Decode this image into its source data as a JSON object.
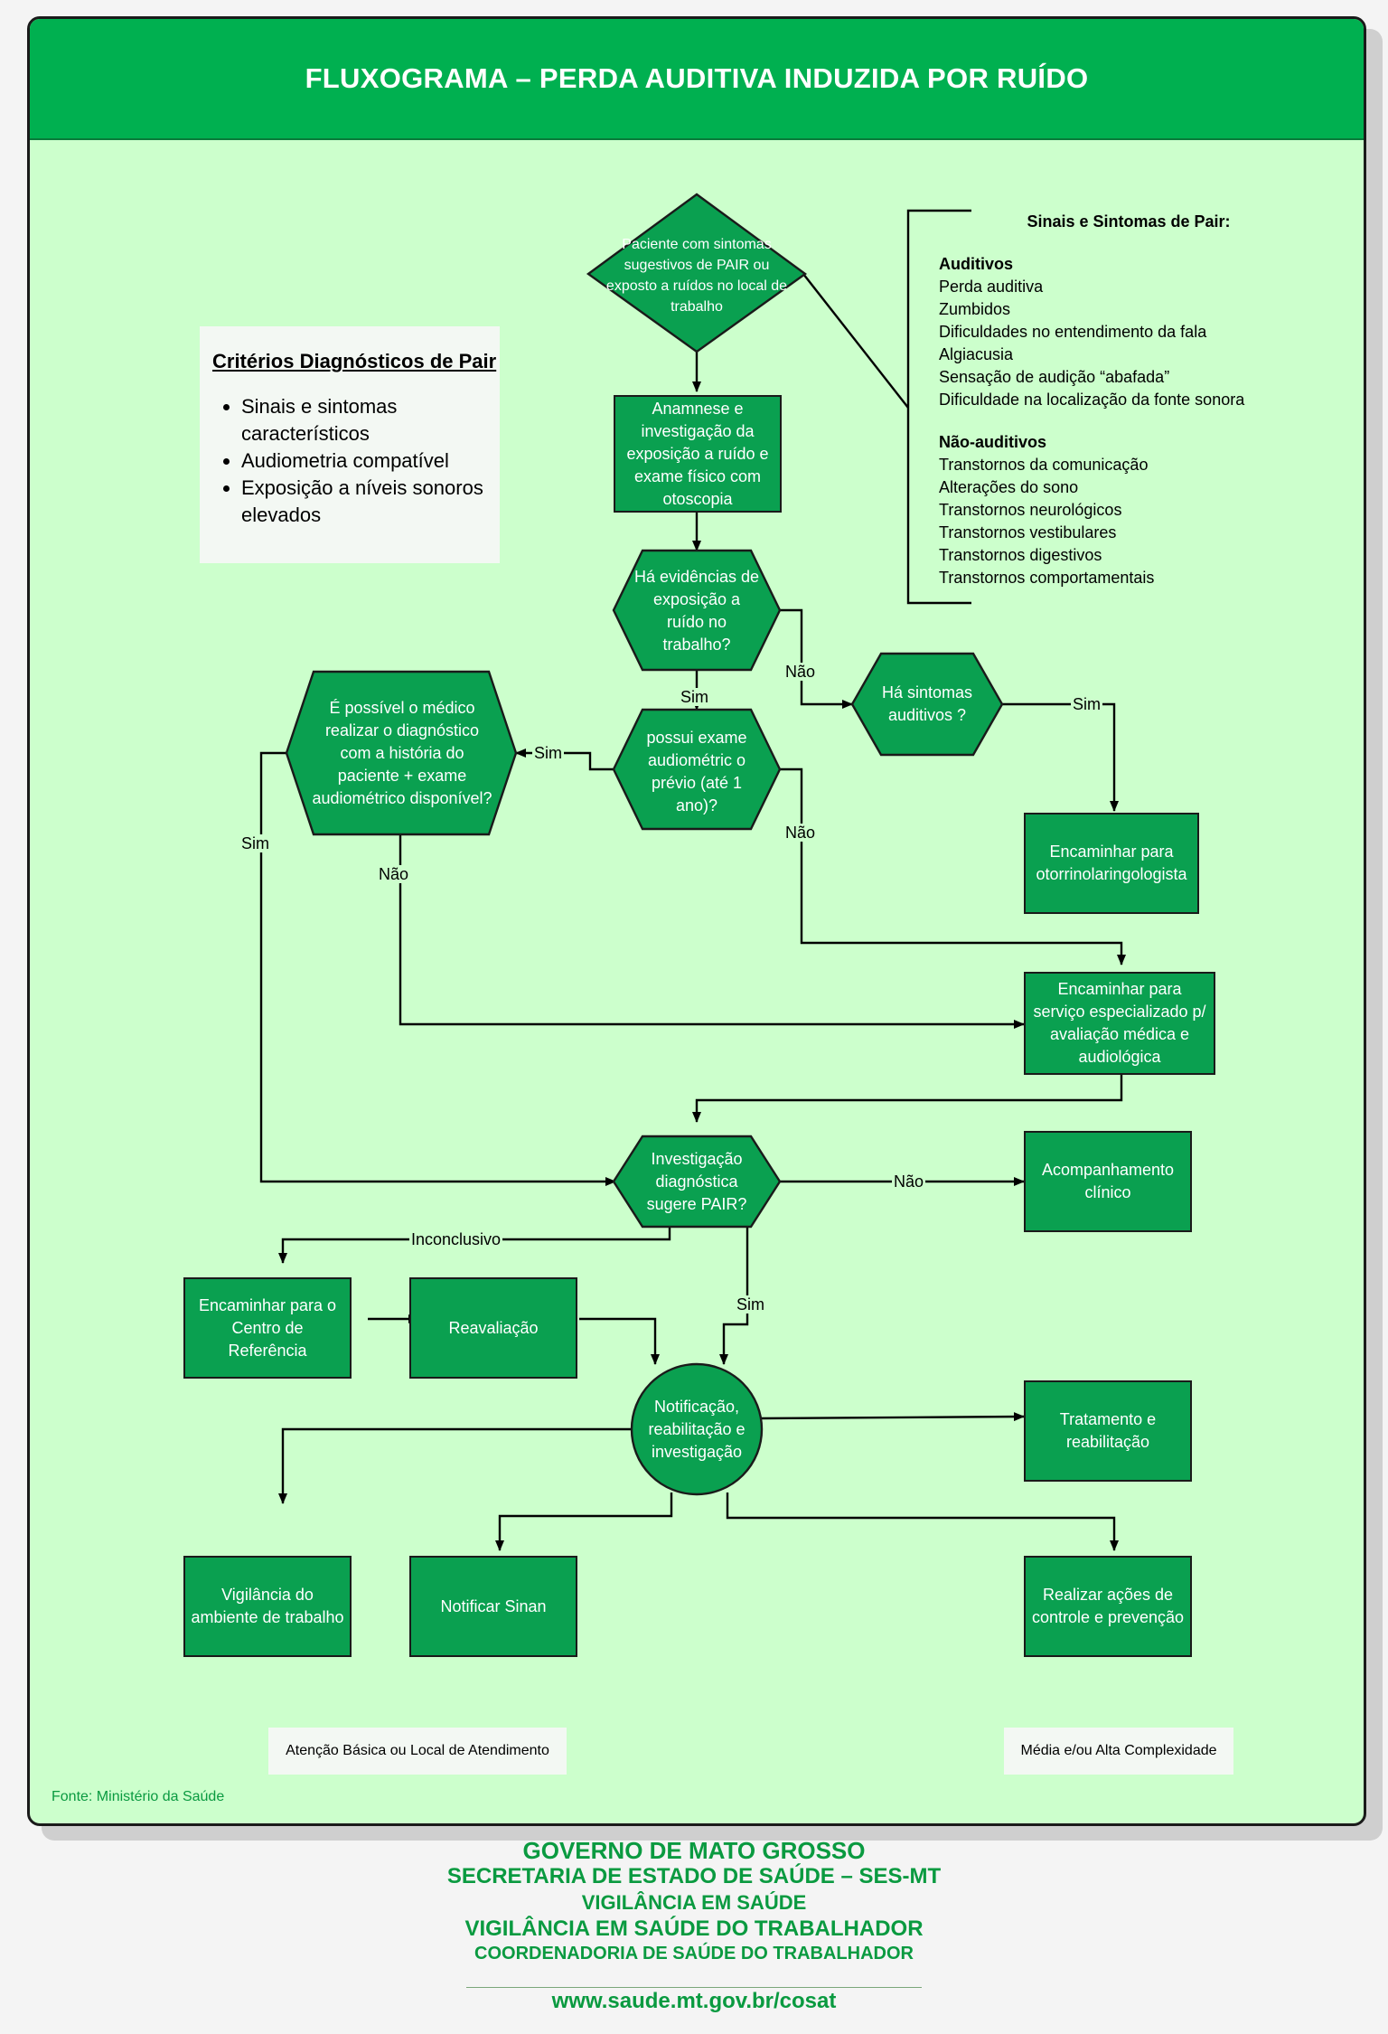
{
  "header": {
    "title": "FLUXOGRAMA – PERDA AUDITIVA INDUZIDA POR RUÍDO"
  },
  "criteria": {
    "title": "Critérios Diagnósticos de Pair",
    "items": [
      "Sinais e sintomas característicos",
      "Audiometria compatível",
      "Exposição a níveis sonoros elevados"
    ]
  },
  "signs": {
    "title": "Sinais e Sintomas de Pair:",
    "auditivos_title": "Auditivos",
    "auditivos": [
      "Perda auditiva",
      "Zumbidos",
      "Dificuldades no entendimento da fala",
      "Algiacusia",
      "Sensação de audição “abafada”",
      "Dificuldade na localização da fonte sonora"
    ],
    "nao_auditivos_title": "Não-auditivos",
    "nao_auditivos": [
      "Transtornos da comunicação",
      "Alterações do sono",
      "Transtornos neurológicos",
      "Transtornos vestibulares",
      "Transtornos digestivos",
      "Transtornos comportamentais"
    ]
  },
  "nodes": {
    "start": "Paciente com sintomas sugestivos de PAIR ou exposto a ruídos no local de trabalho",
    "anamnese": "Anamnese e investigação da exposição a ruído e exame físico com otoscopia",
    "evidencias": "Há evidências de exposição a ruído no trabalho?",
    "possui_exame": "possui exame audiométric o prévio (até 1 ano)?",
    "possivel_medico": "É possível o médico realizar o diagnóstico com a história do paciente + exame audiométrico disponível?",
    "ha_sintomas": "Há sintomas auditivos ?",
    "otorrino": "Encaminhar para otorrinolaringologista",
    "servico_especializado": "Encaminhar para serviço especializado p/ avaliação médica e audiológica",
    "investigacao": "Investigação diagnóstica sugere PAIR?",
    "acompanhamento": "Acompanhamento clínico",
    "centro_referencia": "Encaminhar para o Centro de Referência",
    "reavaliacao": "Reavaliação",
    "notificacao": "Notificação, reabilitação e investigação",
    "tratamento": "Tratamento e reabilitação",
    "vigilancia": "Vigilância do ambiente de trabalho",
    "notificar_sinan": "Notificar Sinan",
    "acoes": "Realizar ações de controle e prevenção"
  },
  "labels": {
    "sim": "Sim",
    "nao": "Não",
    "inconclusivo": "Inconclusivo"
  },
  "notes": {
    "atencao": "Atenção Básica ou Local de Atendimento",
    "media": "Média e/ou Alta Complexidade"
  },
  "fonte": "Fonte: Ministério da Saúde",
  "footer": {
    "line1": "GOVERNO DE MATO GROSSO",
    "line2": "SECRETARIA DE ESTADO DE SAÚDE – SES-MT",
    "line3": "VIGILÂNCIA EM SAÚDE",
    "line4": "VIGILÂNCIA EM SAÚDE DO TRABALHADOR",
    "line5": "COORDENADORIA DE SAÚDE DO TRABALHADOR",
    "url": "www.saude.mt.gov.br/cosat"
  },
  "colors": {
    "header": "#00b050",
    "panel": "#ccffcc",
    "node": "#0aa050",
    "footer_text": "#0a9a40"
  }
}
